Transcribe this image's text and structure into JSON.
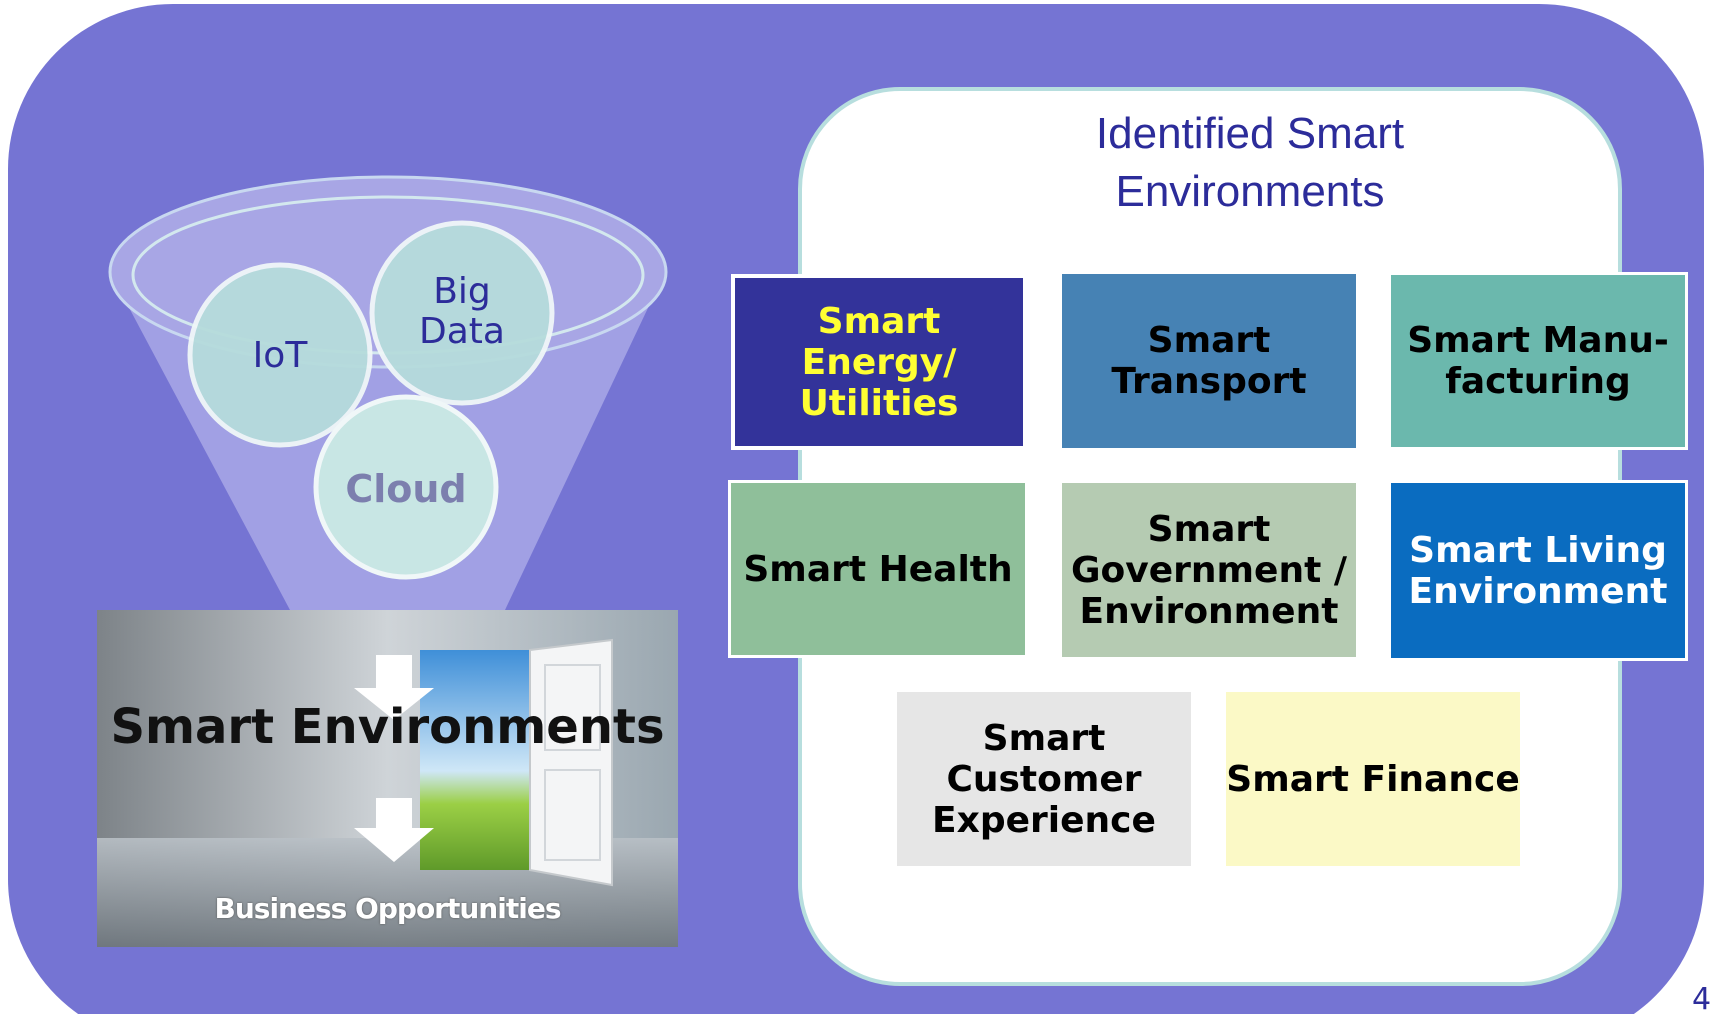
{
  "funnel": {
    "circles": [
      {
        "label": "IoT"
      },
      {
        "label": "Big Data"
      },
      {
        "label": "Cloud"
      }
    ],
    "main_label": "Smart Environments",
    "sub_label": "Business Opportunities"
  },
  "panel": {
    "title": "Identified Smart Environments",
    "tiles": [
      {
        "label": "Smart Energy/ Utilities",
        "bg": "#33339a",
        "fg": "#ffff33"
      },
      {
        "label": "Smart Transport",
        "bg": "#4682b4",
        "fg": "#000000"
      },
      {
        "label": "Smart Manu-facturing",
        "bg": "#6bb8ad",
        "fg": "#000000"
      },
      {
        "label": "Smart Health",
        "bg": "#8fbf9a",
        "fg": "#000000"
      },
      {
        "label": "Smart Government / Environment",
        "bg": "#b5cbb2",
        "fg": "#000000"
      },
      {
        "label": "Smart Living Environment",
        "bg": "#0a6cc0",
        "fg": "#ffffff"
      },
      {
        "label": "Smart Customer Experience",
        "bg": "#e6e6e6",
        "fg": "#000000"
      },
      {
        "label": "Smart Finance",
        "bg": "#fbf9c6",
        "fg": "#000000"
      }
    ]
  },
  "colors": {
    "background": "#7574d3",
    "panel_border": "#b7dede",
    "title_text": "#2c2c9a"
  },
  "page_number": "4"
}
